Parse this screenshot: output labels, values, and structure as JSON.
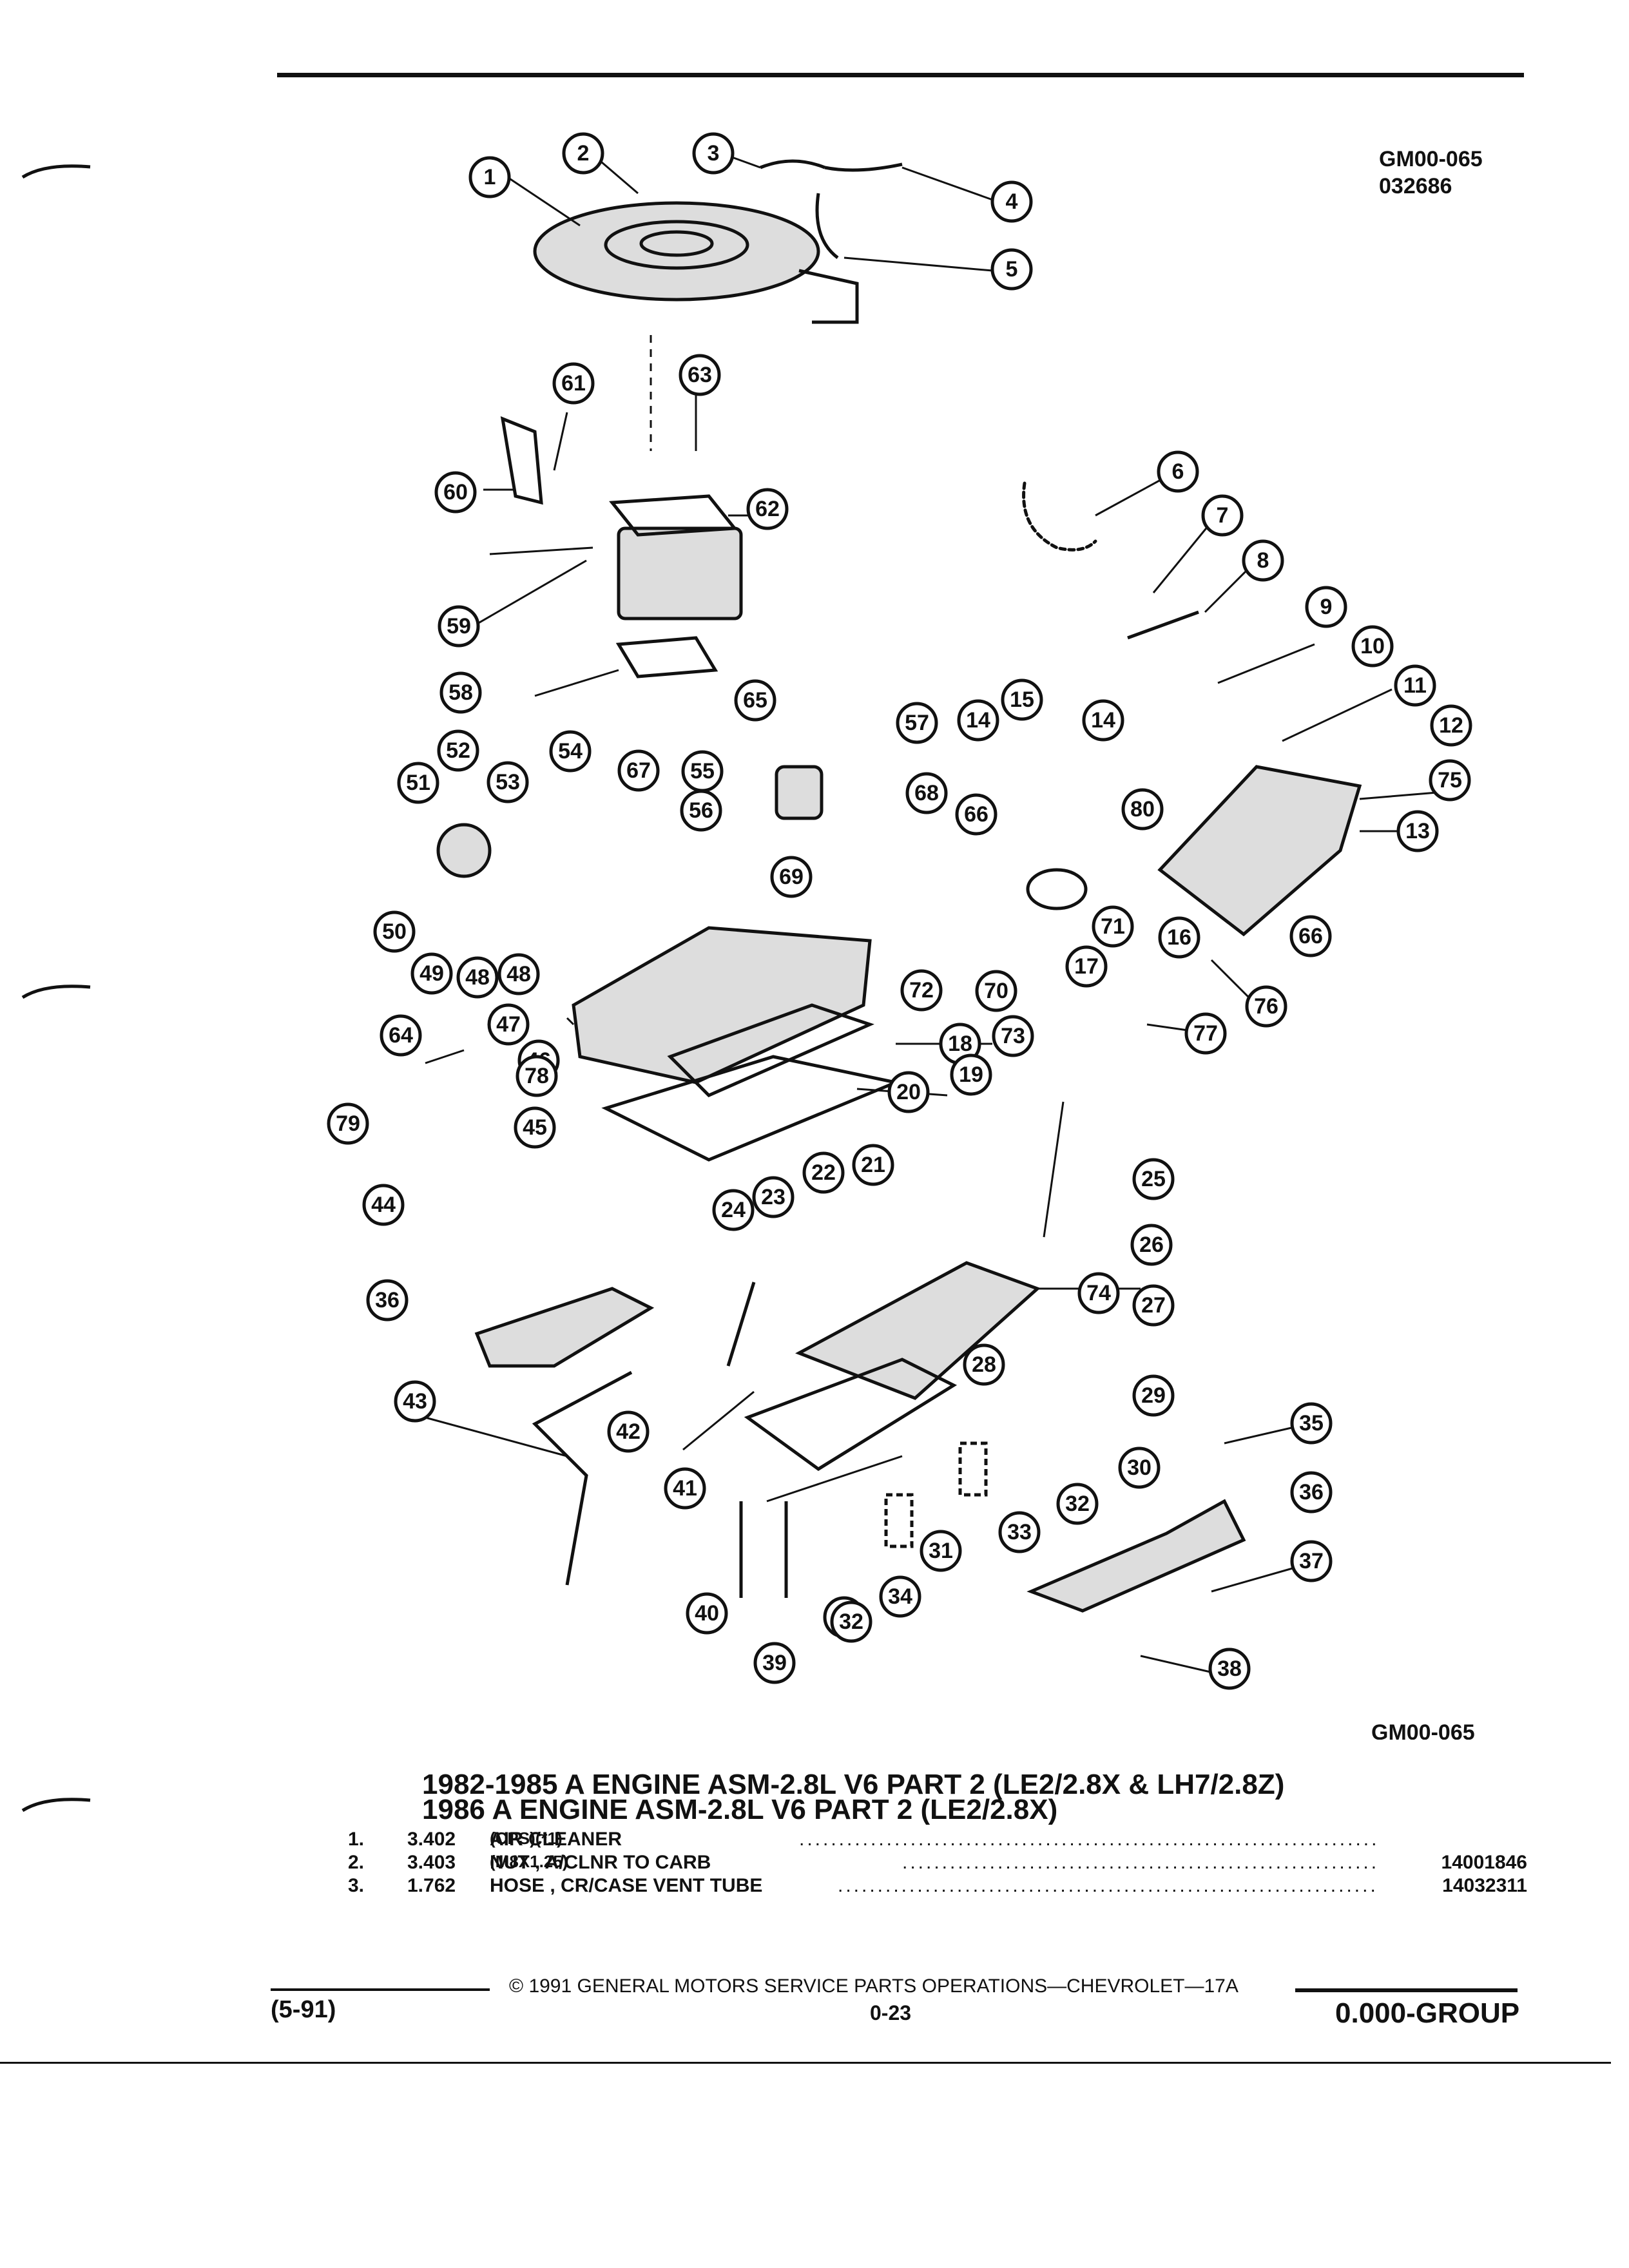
{
  "header": {
    "code_top": "GM00-065",
    "date_code": "032686"
  },
  "diagram": {
    "code_bottom": "GM00-065",
    "callouts": [
      "1",
      "2",
      "3",
      "4",
      "5",
      "6",
      "7",
      "8",
      "9",
      "10",
      "11",
      "12",
      "13",
      "14",
      "14",
      "15",
      "16",
      "17",
      "18",
      "19",
      "20",
      "21",
      "22",
      "23",
      "24",
      "25",
      "26",
      "27",
      "28",
      "29",
      "30",
      "31",
      "31",
      "32",
      "32",
      "33",
      "34",
      "35",
      "36",
      "36",
      "37",
      "38",
      "39",
      "40",
      "41",
      "42",
      "43",
      "44",
      "45",
      "46",
      "47",
      "48",
      "48",
      "49",
      "50",
      "51",
      "52",
      "53",
      "54",
      "55",
      "56",
      "57",
      "58",
      "59",
      "60",
      "61",
      "62",
      "63",
      "64",
      "65",
      "66",
      "66",
      "67",
      "68",
      "69",
      "70",
      "71",
      "72",
      "73",
      "74",
      "75",
      "76",
      "77",
      "78",
      "79",
      "80"
    ]
  },
  "title": {
    "line1": "1982-1985 A ENGINE ASM-2.8L V6 PART 2 (LE2/2.8X & LH7/2.8Z)",
    "line2": "1986 A ENGINE ASM-2.8L V6 PART 2 (LE2/2.8X)"
  },
  "parts": [
    {
      "num": "1.",
      "ref": "3.402",
      "desc": "AIR CLEANER",
      "sub": "(CPS)(*1)",
      "pn": ""
    },
    {
      "num": "2.",
      "ref": "3.403",
      "desc": "NUT , A/CLNR TO CARB",
      "sub": "(M8X1.25)",
      "pn": "14001846"
    },
    {
      "num": "3.",
      "ref": "1.762",
      "desc": "HOSE , CR/CASE VENT TUBE",
      "sub": "",
      "pn": "14032311"
    }
  ],
  "footer": {
    "copyright": "© 1991 GENERAL MOTORS SERVICE PARTS OPERATIONS—CHEVROLET—17A",
    "revision": "(5-91)",
    "page": "0-23",
    "group": "0.000-GROUP"
  }
}
